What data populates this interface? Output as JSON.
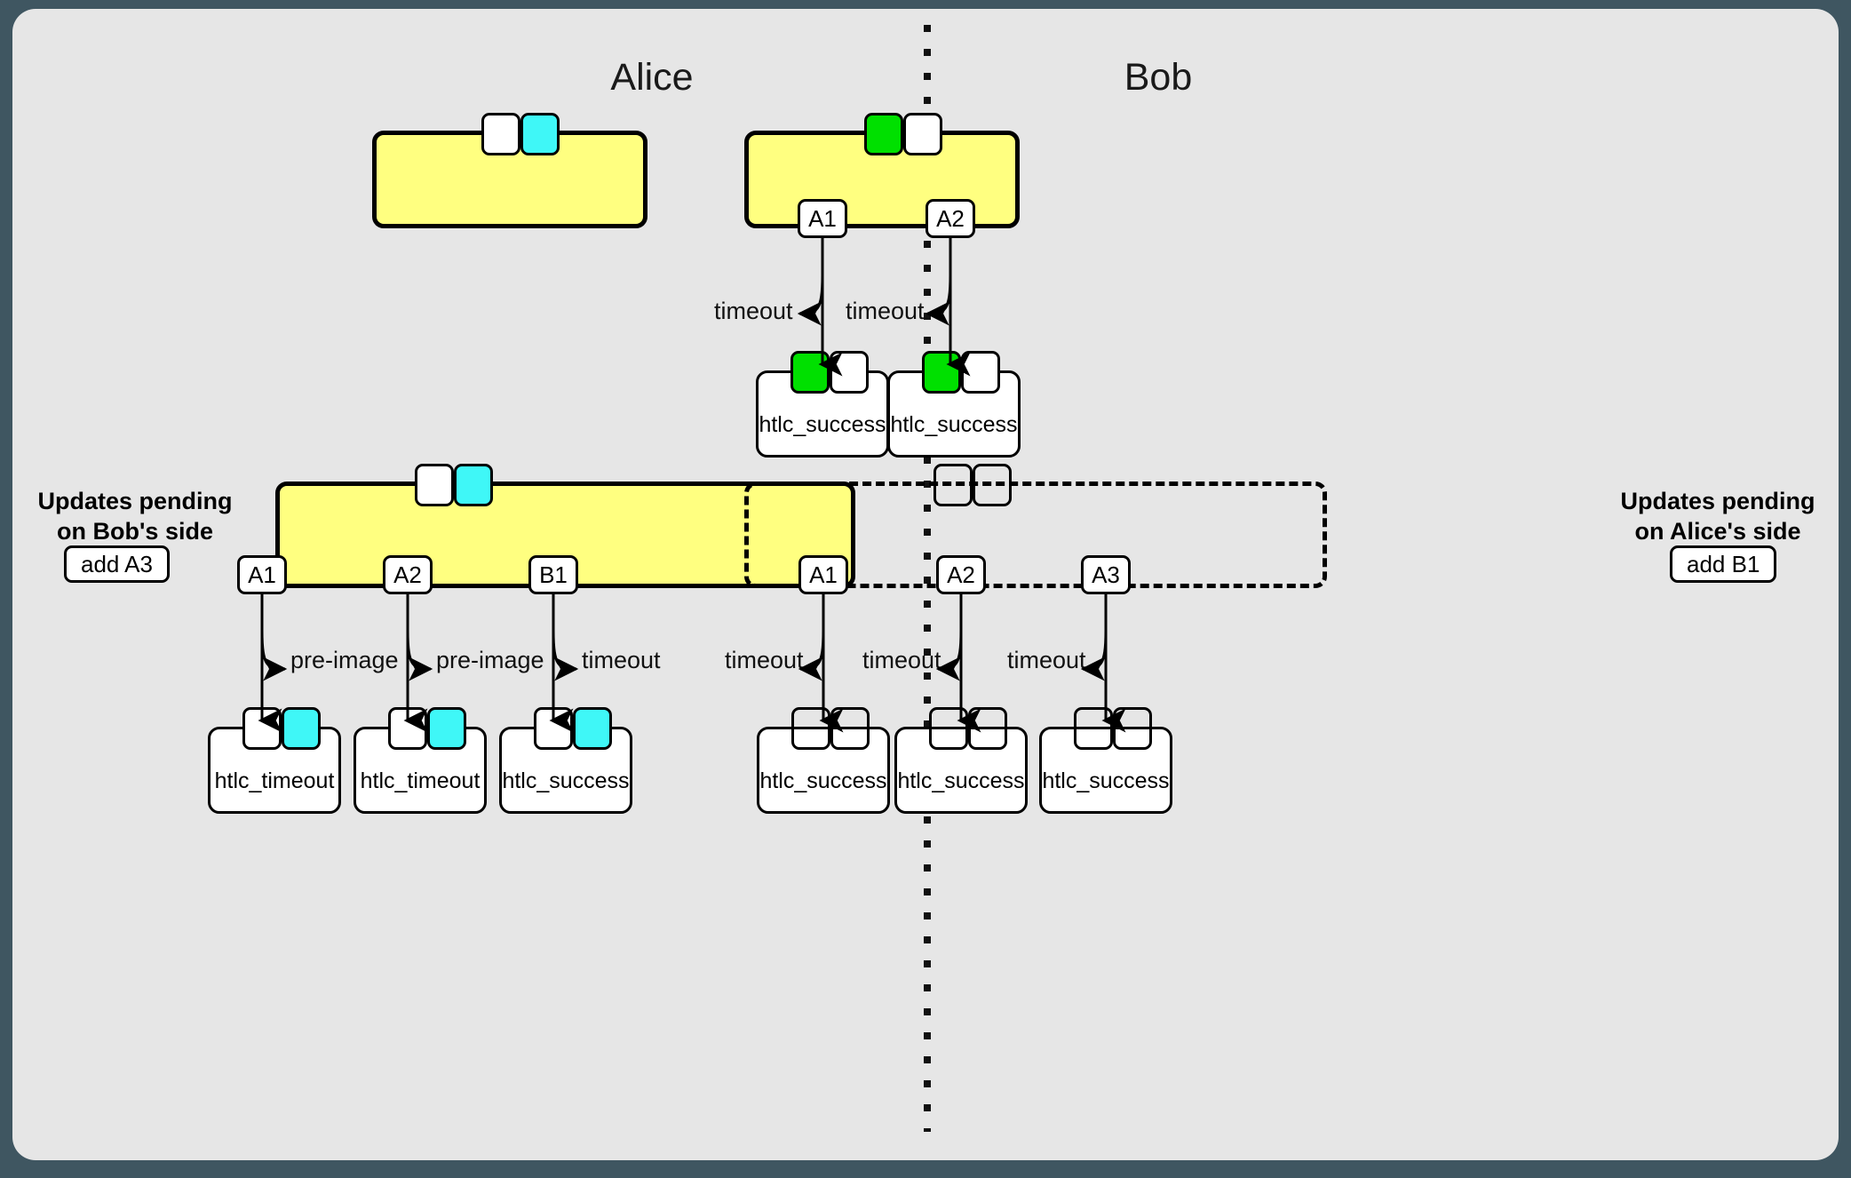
{
  "diagram": {
    "title_alice": "Alice",
    "title_bob": "Bob",
    "colors": {
      "page_background": "#3f5661",
      "canvas_background": "#e6e6e6",
      "commitment_fill": "#ffff80",
      "stroke": "#000000",
      "output_white": "#ffffff",
      "output_cyan": "#3ff7f7",
      "output_green": "#00e000",
      "leaf_fill": "#ffffff"
    }
  },
  "alice": {
    "title": "Alice",
    "top_commitment": {
      "outputs": [
        {
          "name": "to_local",
          "color": "white"
        },
        {
          "name": "to_remote",
          "color": "cyan"
        }
      ],
      "htlc_tabs": []
    },
    "bottom_commitment": {
      "outputs": [
        {
          "name": "to_local",
          "color": "white"
        },
        {
          "name": "to_remote",
          "color": "cyan"
        }
      ],
      "htlc_tabs": [
        {
          "label": "A1"
        },
        {
          "label": "A2"
        },
        {
          "label": "B1"
        }
      ]
    },
    "bottom_edges": [
      {
        "label": "pre-image"
      },
      {
        "label": "pre-image"
      },
      {
        "label": "timeout"
      }
    ],
    "bottom_leaves": [
      {
        "label": "htlc_timeout",
        "outputs": [
          {
            "name": "output-a",
            "color": "white"
          },
          {
            "name": "output-b",
            "color": "cyan"
          }
        ]
      },
      {
        "label": "htlc_timeout",
        "outputs": [
          {
            "name": "output-a",
            "color": "white"
          },
          {
            "name": "output-b",
            "color": "cyan"
          }
        ]
      },
      {
        "label": "htlc_success",
        "outputs": [
          {
            "name": "output-a",
            "color": "white"
          },
          {
            "name": "output-b",
            "color": "cyan"
          }
        ]
      }
    ]
  },
  "bob": {
    "title": "Bob",
    "top_commitment": {
      "outputs": [
        {
          "name": "to_local",
          "color": "green"
        },
        {
          "name": "to_remote",
          "color": "white"
        }
      ],
      "htlc_tabs": [
        {
          "label": "A1"
        },
        {
          "label": "A2"
        }
      ]
    },
    "top_edges": [
      {
        "label": "timeout"
      },
      {
        "label": "timeout"
      }
    ],
    "top_leaves": [
      {
        "label": "htlc_success",
        "outputs": [
          {
            "name": "output-a",
            "color": "green"
          },
          {
            "name": "output-b",
            "color": "white"
          }
        ]
      },
      {
        "label": "htlc_success",
        "outputs": [
          {
            "name": "output-a",
            "color": "green"
          },
          {
            "name": "output-b",
            "color": "white"
          }
        ]
      }
    ],
    "bottom_commitment": {
      "style": "dashed",
      "outputs": [
        {
          "name": "to_local",
          "color": "none"
        },
        {
          "name": "to_remote",
          "color": "none"
        }
      ],
      "htlc_tabs": [
        {
          "label": "A1"
        },
        {
          "label": "A2"
        },
        {
          "label": "A3"
        }
      ]
    },
    "bottom_edges": [
      {
        "label": "timeout"
      },
      {
        "label": "timeout"
      },
      {
        "label": "timeout"
      }
    ],
    "bottom_leaves": [
      {
        "label": "htlc_success",
        "outputs": [
          {
            "name": "output-a",
            "color": "none"
          },
          {
            "name": "output-b",
            "color": "none"
          }
        ]
      },
      {
        "label": "htlc_success",
        "outputs": [
          {
            "name": "output-a",
            "color": "none"
          },
          {
            "name": "output-b",
            "color": "none"
          }
        ]
      },
      {
        "label": "htlc_success",
        "outputs": [
          {
            "name": "output-a",
            "color": "none"
          },
          {
            "name": "output-b",
            "color": "none"
          }
        ]
      }
    ]
  },
  "pending_left": {
    "title": "Updates pending\non Bob's side",
    "items": [
      {
        "label": "add A3"
      }
    ]
  },
  "pending_right": {
    "title": "Updates pending\non Alice's side",
    "items": [
      {
        "label": "add B1"
      }
    ]
  }
}
